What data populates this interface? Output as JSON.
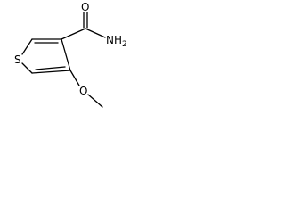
{
  "structure": {
    "atoms": {
      "sulfur": "S",
      "carbonyl_oxygen": "O",
      "amide_nitrogen": "NH2",
      "ether_oxygen": "O"
    }
  },
  "colors": {
    "bond": "#000000",
    "label": "#000000",
    "background": "#ffffff"
  }
}
